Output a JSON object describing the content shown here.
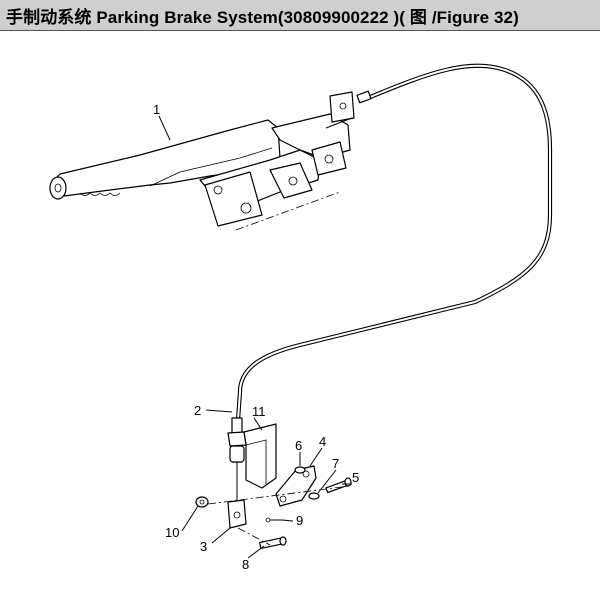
{
  "header": {
    "title": "手制动系统  Parking Brake System(30809900222 )(  图  /Figure 32)"
  },
  "callouts": {
    "c1": "1",
    "c2": "2",
    "c3": "3",
    "c4": "4",
    "c5": "5",
    "c6": "6",
    "c7": "7",
    "c8": "8",
    "c9": "9",
    "c10": "10",
    "c11": "11"
  },
  "colors": {
    "header_bg": "#cfcfcf",
    "line": "#000000",
    "background": "#ffffff"
  }
}
